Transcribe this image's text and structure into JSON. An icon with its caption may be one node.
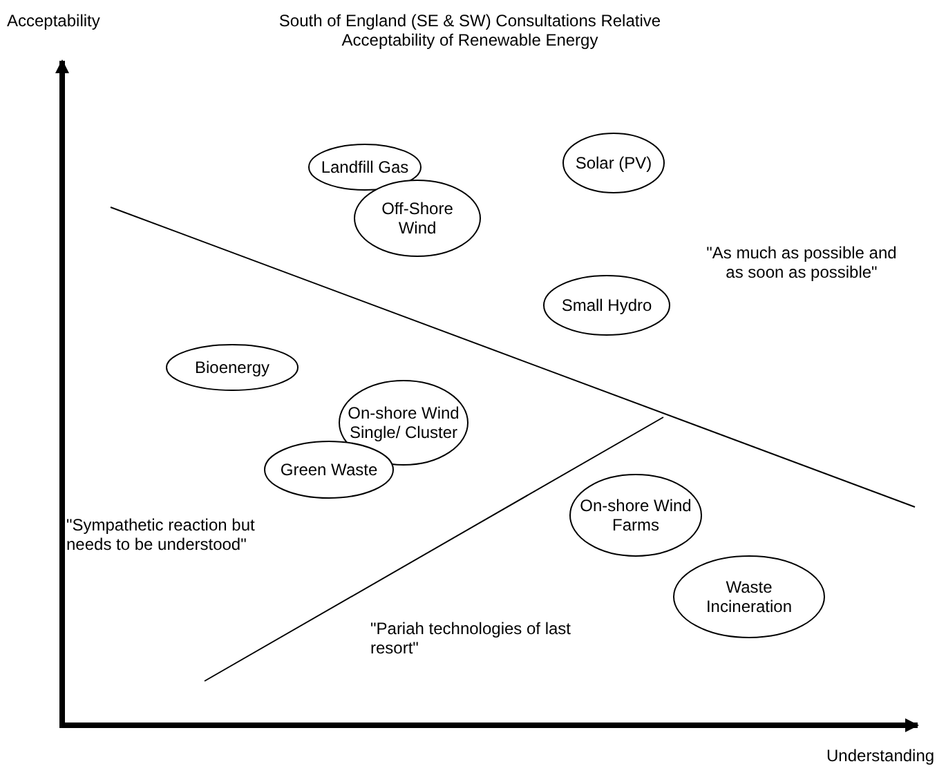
{
  "diagram": {
    "title": "South of England (SE & SW) Consultations Relative Acceptability of Renewable Energy",
    "nodes": [
      {
        "text": [
          "Solar (PV)"
        ]
      },
      {
        "text": [
          "Landfill Gas"
        ]
      },
      {
        "text": [
          "Off-Shore Wind"
        ]
      },
      {
        "text": [
          "Small Hydro"
        ]
      },
      {
        "text": [
          "Bioenergy"
        ]
      },
      {
        "text": [
          "On-shore Wind Single/ Cluster"
        ]
      },
      {
        "text": [
          "Green Waste"
        ]
      },
      {
        "text": [
          "On-shore Wind Farms"
        ]
      },
      {
        "text": [
          "Waste Incineration"
        ]
      }
    ],
    "edges": [],
    "labels": [
      "Acceptability",
      "\"As much as possible and as soon as possible\"",
      "\"Sympathetic reaction but needs to be understood\"",
      "\"Pariah technologies of last resort\"",
      "Understanding"
    ]
  }
}
